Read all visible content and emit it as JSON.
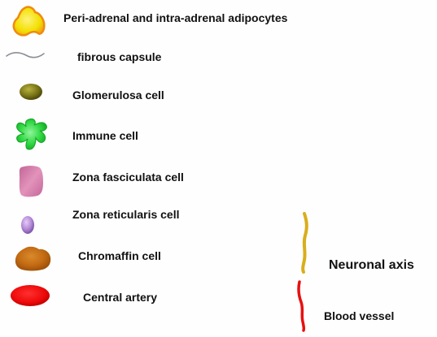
{
  "legend": {
    "items": [
      {
        "label": "Peri-adrenal and intra-adrenal adipocytes",
        "icon": "adipocyte-icon",
        "fill": "#f2e000",
        "stroke": "#f08a10"
      },
      {
        "label": "fibrous capsule",
        "icon": "fibrous-capsule-icon",
        "stroke": "#8a8f95"
      },
      {
        "label": "Glomerulosa cell",
        "icon": "glomerulosa-cell-icon",
        "fill": "#6f6a14"
      },
      {
        "label": "Immune cell",
        "icon": "immune-cell-icon",
        "fill": "#27d43a"
      },
      {
        "label": "Zona fasciculata cell",
        "icon": "zona-fasciculata-cell-icon",
        "fill": "#d47aa6"
      },
      {
        "label": "Zona reticularis cell",
        "icon": "zona-reticularis-cell-icon",
        "fill": "#b58ad8"
      },
      {
        "label": "Chromaffin cell",
        "icon": "chromaffin-cell-icon",
        "fill": "#c9701a"
      },
      {
        "label": "Central artery",
        "icon": "central-artery-icon",
        "fill": "#ee0a0a"
      },
      {
        "label": "Neuronal axis",
        "icon": "neuronal-axis-icon",
        "stroke": "#d9ae1c"
      },
      {
        "label": "Blood vessel",
        "icon": "blood-vessel-icon",
        "stroke": "#e81010"
      }
    ]
  }
}
